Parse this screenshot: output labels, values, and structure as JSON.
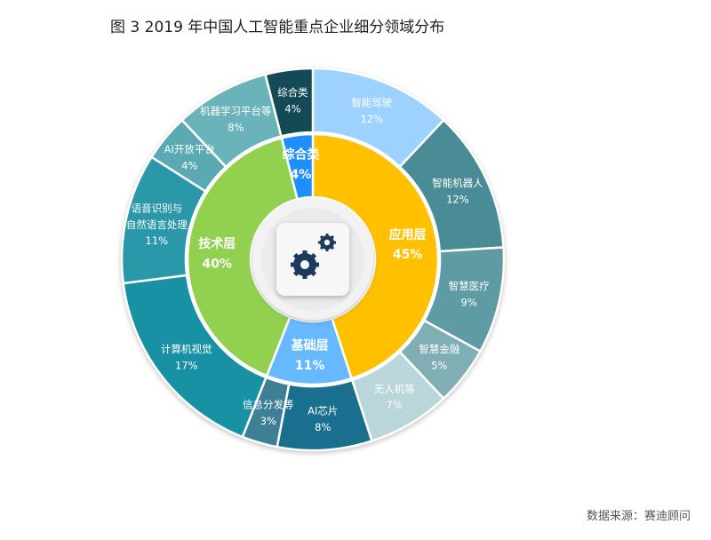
{
  "title": "图 3  2019 年中国人工智能重点企业细分领域分布",
  "source": "数据来源：赛迪顾问",
  "center_icon": "gears-icon",
  "chart_data": {
    "type": "pie",
    "subtype": "sunburst",
    "unit": "%",
    "inner": [
      {
        "name": "应用层",
        "value": 45,
        "color": "#FFC000"
      },
      {
        "name": "基础层",
        "value": 11,
        "color": "#66B8FF"
      },
      {
        "name": "技术层",
        "value": 40,
        "color": "#92D050"
      },
      {
        "name": "综合类",
        "value": 4,
        "color": "#1E8FFF"
      }
    ],
    "outer": [
      {
        "name": "智能驾驶",
        "value": 12,
        "parent": "应用层",
        "color": "#9DD2FF"
      },
      {
        "name": "智能机器人",
        "value": 12,
        "parent": "应用层",
        "color": "#4A8C96"
      },
      {
        "name": "智慧医疗",
        "value": 9,
        "parent": "应用层",
        "color": "#5E9BA5"
      },
      {
        "name": "智慧金融",
        "value": 5,
        "parent": "应用层",
        "color": "#7FAEB5"
      },
      {
        "name": "无人机等",
        "value": 7,
        "parent": "应用层",
        "color": "#B9D6DA"
      },
      {
        "name": "AI芯片",
        "value": 8,
        "parent": "基础层",
        "color": "#1A6E8E"
      },
      {
        "name": "信息分发等",
        "value": 3,
        "parent": "基础层",
        "color": "#3F7F96"
      },
      {
        "name": "计算机视觉",
        "value": 17,
        "parent": "技术层",
        "color": "#1991A5"
      },
      {
        "name": "语音识别与自然语言处理",
        "value": 11,
        "parent": "技术层",
        "color": "#2A98A8"
      },
      {
        "name": "AI开放平台",
        "value": 4,
        "parent": "技术层",
        "color": "#5AA9B3"
      },
      {
        "name": "机器学习平台等",
        "value": 8,
        "parent": "技术层",
        "color": "#6BB3BA"
      },
      {
        "name": "综合类",
        "value": 4,
        "parent": "综合类",
        "color": "#134A55"
      }
    ]
  }
}
